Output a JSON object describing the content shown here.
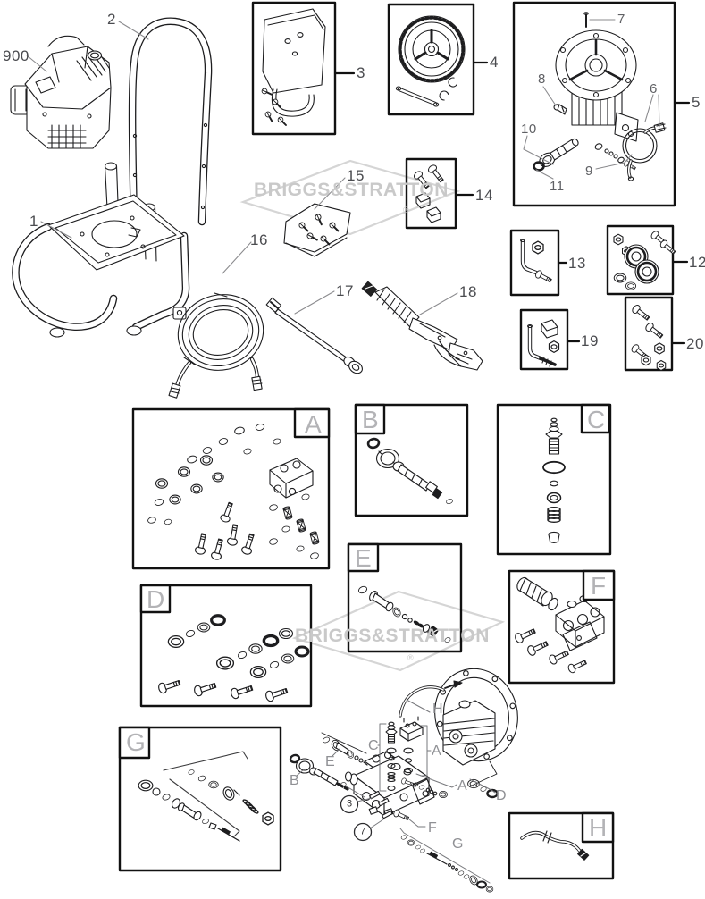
{
  "watermark": {
    "brand": "BRIGGS&STRATTON",
    "registered": "®"
  },
  "labels": {
    "n900": "900",
    "n1": "1",
    "n2": "2",
    "n3": "3",
    "n4": "4",
    "n5": "5",
    "n6": "6",
    "n7": "7",
    "n8": "8",
    "n9": "9",
    "n10": "10",
    "n11": "11",
    "n12": "12",
    "n13": "13",
    "n14": "14",
    "n15": "15",
    "n16": "16",
    "n17": "17",
    "n18": "18",
    "n19": "19",
    "n20": "20"
  },
  "boxes": {
    "A": "A",
    "B": "B",
    "C": "C",
    "D": "D",
    "E": "E",
    "F": "F",
    "G": "G",
    "H": "H"
  },
  "callouts": {
    "H": "H",
    "C": "C",
    "A_top": "A",
    "E": "E",
    "B": "B",
    "A_right": "A",
    "D": "D",
    "F": "F",
    "G": "G",
    "c3": "3",
    "c7": "7"
  }
}
